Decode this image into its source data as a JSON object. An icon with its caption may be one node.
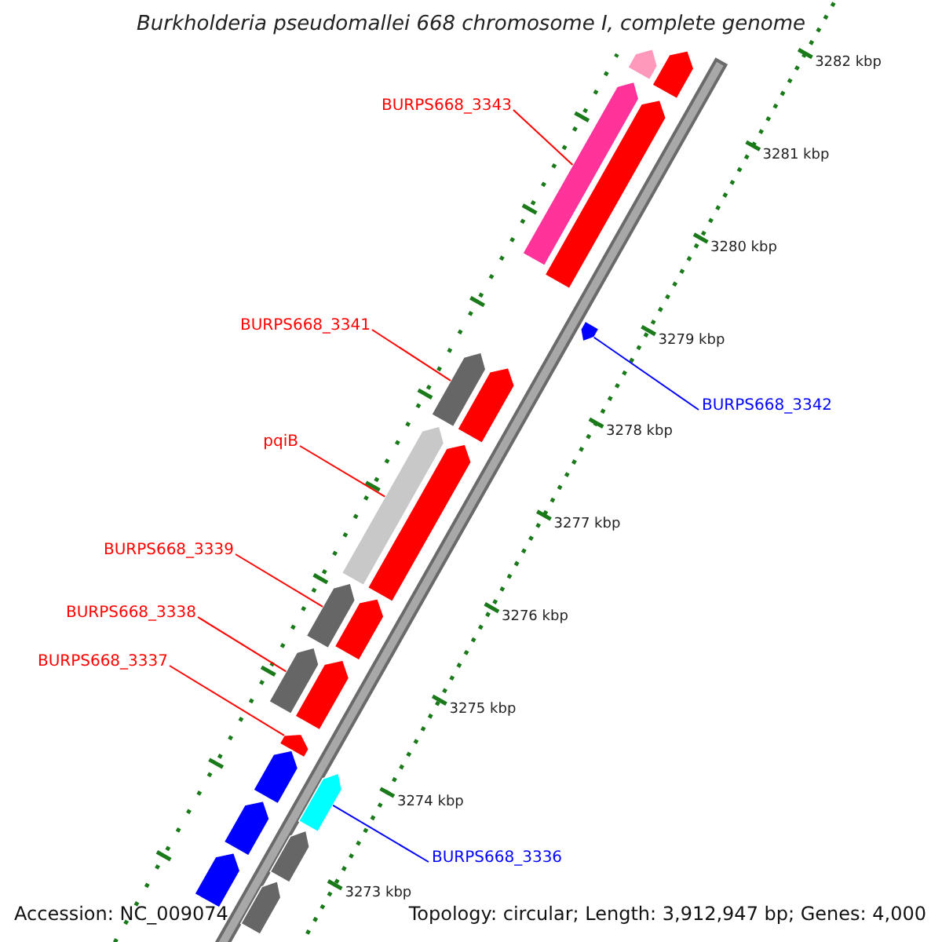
{
  "diagram": {
    "title": "Burkholderia pseudomallei 668 chromosome I, complete genome",
    "nodes": [
      {
        "text": [
          "BURPS668_3343"
        ]
      },
      {
        "text": [
          "BURPS668_3341"
        ]
      },
      {
        "text": [
          "BURPS668_3342"
        ]
      },
      {
        "text": [
          "pqiB"
        ]
      },
      {
        "text": [
          "BURPS668_3339"
        ]
      },
      {
        "text": [
          "BURPS668_3338"
        ]
      },
      {
        "text": [
          "BURPS668_3337"
        ]
      },
      {
        "text": [
          "BURPS668_3336"
        ]
      },
      {
        "text": [],
        "shape": "bar"
      },
      {
        "text": [],
        "shape": "bar"
      },
      {
        "text": [],
        "shape": "bar"
      },
      {
        "text": [],
        "shape": "bar"
      },
      {
        "text": [],
        "shape": "bar"
      },
      {
        "text": [],
        "shape": "bar"
      },
      {
        "text": [],
        "shape": "bar"
      },
      {
        "text": [],
        "shape": "bar"
      },
      {
        "text": [],
        "shape": "bar"
      },
      {
        "text": [],
        "shape": "bar"
      },
      {
        "text": [],
        "shape": "bar"
      },
      {
        "text": [],
        "shape": "bar"
      },
      {
        "text": [],
        "shape": "bar"
      },
      {
        "text": [],
        "shape": "bar"
      },
      {
        "text": [],
        "shape": "bar"
      },
      {
        "text": [],
        "shape": "bar"
      },
      {
        "text": [],
        "shape": "bar"
      },
      {
        "text": [],
        "shape": "bar"
      },
      {
        "text": [],
        "shape": "bar"
      },
      {
        "text": [],
        "shape": "bar"
      }
    ],
    "edges": [
      {
        "from": 0,
        "to": 8,
        "arrow": "none"
      },
      {
        "from": 1,
        "to": 9,
        "arrow": "none"
      },
      {
        "from": 2,
        "to": 10,
        "arrow": "none",
        "color": "#0000ff"
      },
      {
        "from": 3,
        "to": 11,
        "arrow": "none"
      },
      {
        "from": 4,
        "to": 12,
        "arrow": "none"
      },
      {
        "from": 5,
        "to": 13,
        "arrow": "none"
      },
      {
        "from": 6,
        "to": 14,
        "arrow": "none"
      },
      {
        "from": 7,
        "to": 15,
        "arrow": "none",
        "color": "#0000ff"
      }
    ],
    "labels": [
      "3282 kbp",
      "3281 kbp",
      "3280 kbp",
      "3279 kbp",
      "3278 kbp",
      "3277 kbp",
      "3276 kbp",
      "3275 kbp",
      "3274 kbp",
      "3273 kbp",
      "Accession: NC_009074",
      "Topology: circular; Length: 3,912,947 bp; Genes: 4,000"
    ]
  }
}
